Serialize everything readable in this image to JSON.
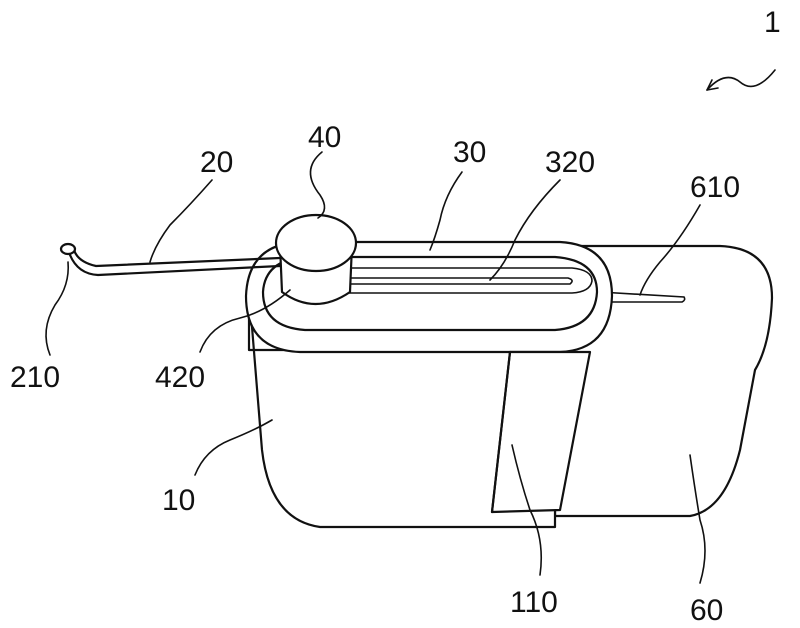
{
  "figure": {
    "reference_numerals": {
      "assembly": "1",
      "body": "10",
      "tube": "20",
      "top_cover": "30",
      "knob": "40",
      "side_part": "60",
      "panel_edge": "110",
      "tube_tip": "210",
      "slot": "320",
      "knob_base": "420",
      "side_slot": "610"
    }
  }
}
